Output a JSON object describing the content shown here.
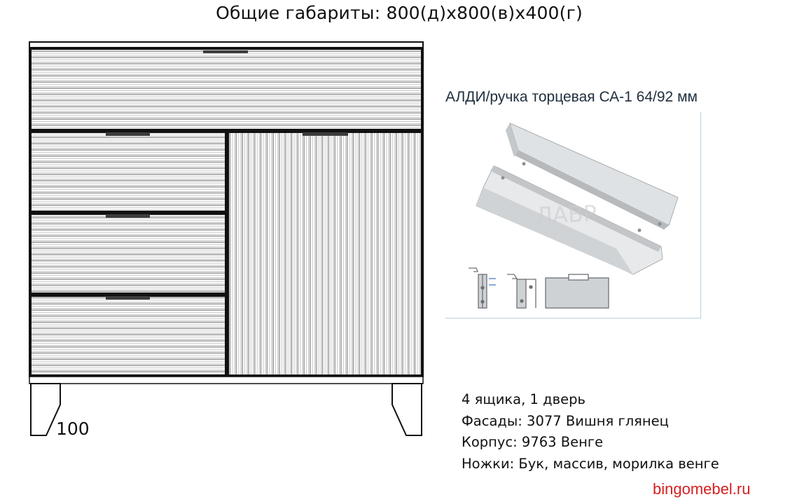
{
  "title": "Общие габариты: 800(д)х800(в)х400(г)",
  "drawing": {
    "leg_height_label": "100",
    "icons": [
      "drawer-handle-icon",
      "door-handle-icon",
      "leg-icon"
    ]
  },
  "handle": {
    "caption": "АЛДИ/ручка торцевая СА-1 64/92 мм",
    "photo_watermark": "ЛАВР"
  },
  "specs": [
    "4 ящика, 1 дверь",
    "Фасады: 3077 Вишня глянец",
    "Корпус: 9763 Венге",
    "Ножки: Бук, массив, морилка венге"
  ],
  "site": "bingomebel.ru",
  "colors": {
    "outline": "#111111",
    "groove": "#8a8a8a",
    "handle": "#3c3c3c",
    "site_text": "#d42020",
    "photo_border": "#b7d2dd"
  }
}
